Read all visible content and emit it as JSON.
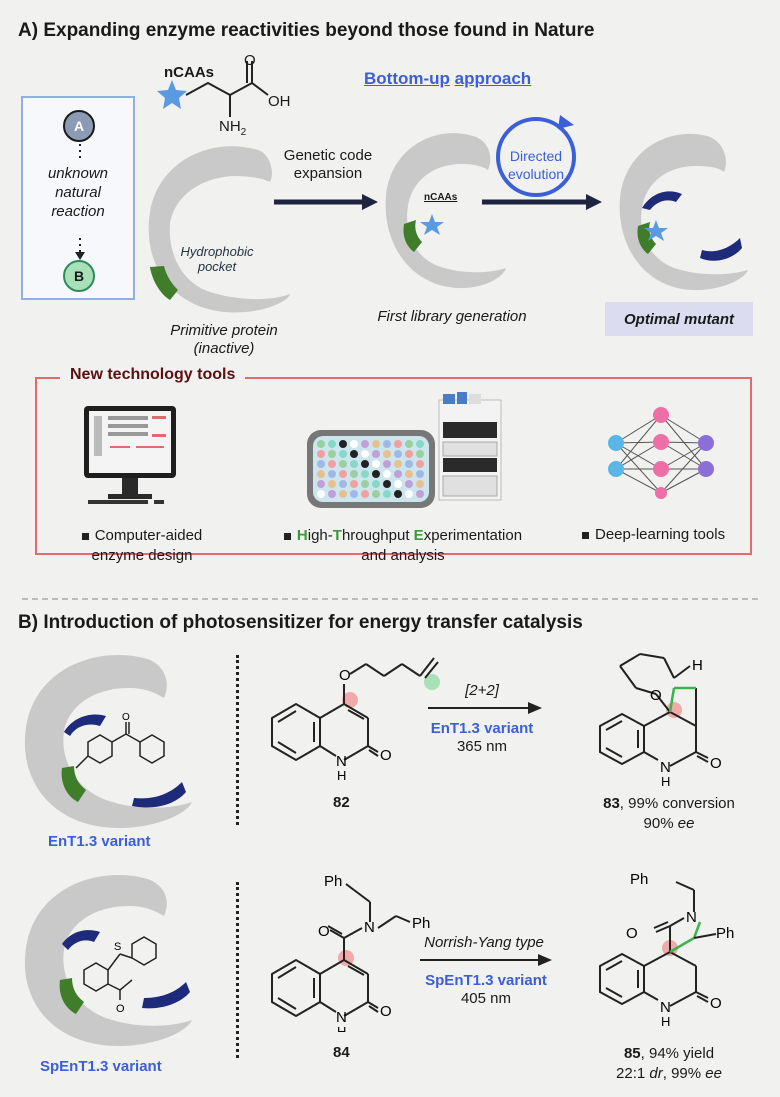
{
  "section_a": {
    "title": "A) Expanding enzyme reactivities beyond those found in Nature",
    "ncaas_label": "nCAAs",
    "oh_label": "OH",
    "nh2_label": "NH",
    "nh2_sub": "2",
    "approach_part1": "Bottom-up",
    "approach_part2": "approach",
    "unknown_box": {
      "node_a": "A",
      "node_b": "B",
      "text_line1": "unknown",
      "text_line2": "natural",
      "text_line3": "reaction"
    },
    "hydrophobic_line1": "Hydrophobic",
    "hydrophobic_line2": "pocket",
    "arrow1_line1": "Genetic code",
    "arrow1_line2": "expansion",
    "ncaas_small": "nCAAs",
    "directed_line1": "Directed",
    "directed_line2": "evolution",
    "primitive_line1": "Primitive protein",
    "primitive_line2": "(inactive)",
    "first_library": "First library generation",
    "optimal_mutant": "Optimal mutant",
    "tools": {
      "title": "New technology tools",
      "tool1_line1": "Computer-aided",
      "tool1_line2": "enzyme design",
      "tool2_h": "H",
      "tool2_mid": "igh-",
      "tool2_t": "T",
      "tool2_mid2": "hroughput ",
      "tool2_e": "E",
      "tool2_end": "xperimentation",
      "tool2_line2": "and analysis",
      "tool3": "Deep-learning tools"
    }
  },
  "section_b": {
    "title": "B) Introduction of photosensitizer for energy transfer catalysis",
    "row1": {
      "variant": "EnT1.3 variant",
      "cond_top": "[2+2]",
      "cond_catalyst": "EnT1.3 variant",
      "cond_wavelength": "365 nm",
      "sm_label": "82",
      "product_num": "83",
      "product_text": ", 99% conversion",
      "product_ee_num": "90% ",
      "product_ee": "ee",
      "atom_o": "O",
      "atom_o2": "O",
      "atom_n": "N",
      "atom_h": "H",
      "atom_h_ring": "H"
    },
    "row2": {
      "variant": "SpEnT1.3 variant",
      "cond_top": "Norrish-Yang type",
      "cond_catalyst": "SpEnT1.3 variant",
      "cond_wavelength": "405 nm",
      "sm_label": "84",
      "product_num": "85",
      "product_text": ", 94% yield",
      "product_line2_a": "22:1 ",
      "product_line2_dr": "dr",
      "product_line2_b": ", 99% ",
      "product_line2_ee": "ee",
      "atom_ph": "Ph",
      "atom_s": "S",
      "atom_o": "O",
      "atom_n": "N"
    }
  },
  "colors": {
    "protein_gray": "#c9c9c9",
    "pocket_green": "#3f7d2a",
    "loop_navy": "#1e2a7a",
    "star_blue": "#5a9ae0",
    "accent_blue": "#3b5fd6",
    "tools_red": "#e36a6a",
    "highlight_pink": "#f2a9a9",
    "highlight_green": "#a8e0b8"
  }
}
